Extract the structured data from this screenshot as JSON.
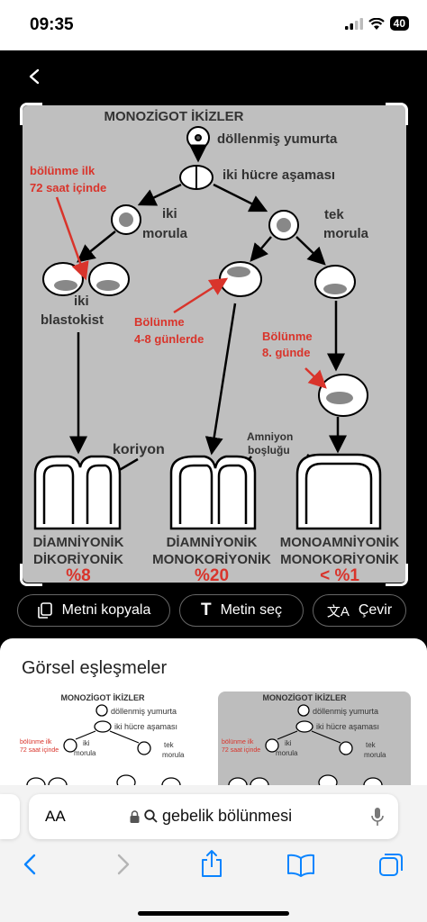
{
  "status": {
    "time": "09:35",
    "battery": "40"
  },
  "diagram": {
    "title": "MONOZİGOT İKİZLER",
    "labels": {
      "fertilized_egg": "döllenmiş yumurta",
      "two_cell": "iki hücre aşaması",
      "split_72_line1": "bölünme ilk",
      "split_72_line2": "72 saat içinde",
      "two_morula_a": "iki",
      "two_morula_b": "morula",
      "one_morula_a": "tek",
      "one_morula_b": "morula",
      "two_blast_a": "iki",
      "two_blast_b": "blastokist",
      "split_48_line1": "Bölünme",
      "split_48_line2": "4-8 günlerde",
      "split_8_line1": "Bölünme",
      "split_8_line2": "8. günde",
      "chorion": "koriyon",
      "amnion_line1": "Amniyon",
      "amnion_line2": "boşluğu"
    },
    "outcomes": [
      {
        "line1": "DİAMNİYONİK",
        "line2": "DİKORİYONİK",
        "pct": "%8"
      },
      {
        "line1": "DİAMNİYONİK",
        "line2": "MONOKORİYONİK",
        "pct": "%20"
      },
      {
        "line1": "MONOAMNİYONİK",
        "line2": "MONOKORİYONİK",
        "pct": "< %1"
      }
    ]
  },
  "actions": {
    "copy": "Metni kopyala",
    "select": "Metin seç",
    "translate": "Çevir"
  },
  "sheet": {
    "heading": "Görsel eşleşmeler",
    "thumb": {
      "title": "MONOZİGOT İKİZLER",
      "egg": "döllenmiş yumurta",
      "two_cell": "iki hücre aşaması",
      "split1": "bölünme ilk",
      "split2": "72 saat içinde",
      "iki": "iki",
      "morula": "morula",
      "tek": "tek"
    }
  },
  "browser": {
    "aa": "AA",
    "url": "gebelik bölünmesi"
  },
  "colors": {
    "accent_blue": "#0a84ff",
    "diagram_red": "#d9342b",
    "photo_bg": "#bfbfbf"
  }
}
